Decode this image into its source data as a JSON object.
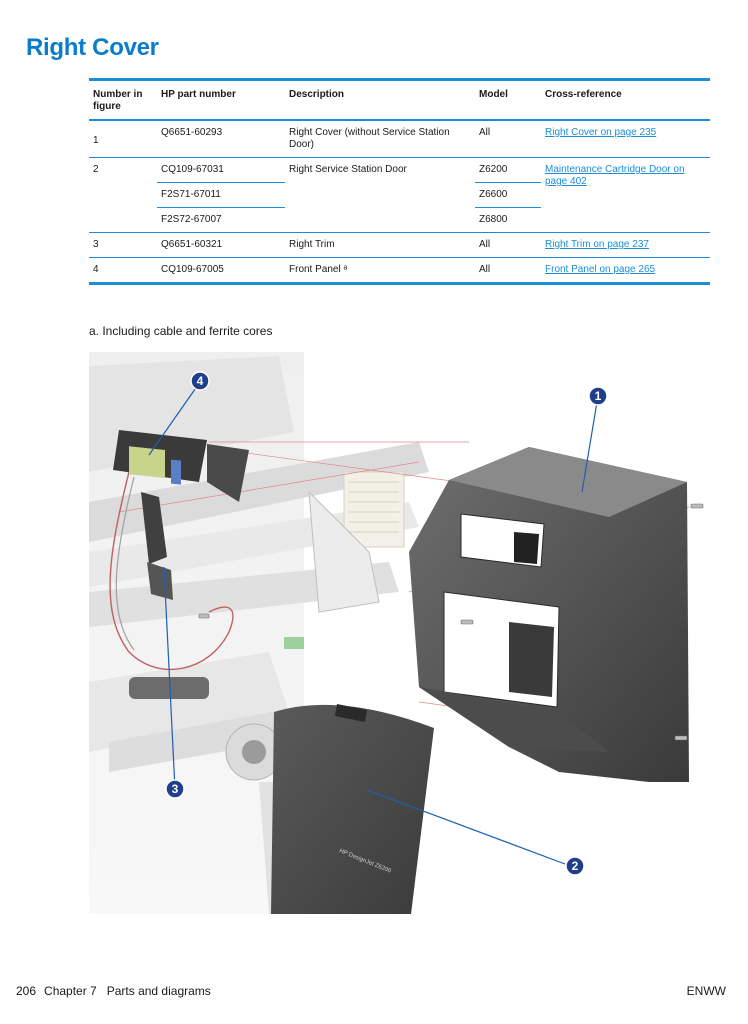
{
  "title": "Right Cover",
  "table": {
    "headers": [
      "Number in figure",
      "HP part number",
      "Description",
      "Model",
      "Cross-reference"
    ],
    "rows": [
      {
        "num": "1",
        "part": "Q6651-60293",
        "desc": "Right Cover (without Service Station Door)",
        "model": "All",
        "xref": "Right Cover on page 235"
      },
      {
        "num": "2",
        "part": "CQ109-67031",
        "desc": "Right Service Station Door",
        "model": "Z6200",
        "xref": "Maintenance Cartridge Door on page 402"
      },
      {
        "part": "F2S71-67011",
        "model": "Z6600"
      },
      {
        "part": "F2S72-67007",
        "model": "Z6800"
      },
      {
        "num": "3",
        "part": "Q6651-60321",
        "desc": "Right Trim",
        "model": "All",
        "xref": "Right Trim on page 237"
      },
      {
        "num": "4",
        "part": "CQ109-67005",
        "desc": "Front Panel ᵃ",
        "model": "All",
        "xref": "Front Panel on page 265"
      }
    ]
  },
  "footnote": "a. Including cable and ferrite cores",
  "figure": {
    "callouts": [
      "1",
      "2",
      "3",
      "4"
    ],
    "door_text": "HP DesignJet Z6200"
  },
  "footer": {
    "page_number": "206",
    "chapter": "Chapter 7   Parts and diagrams",
    "right": "ENWW"
  }
}
